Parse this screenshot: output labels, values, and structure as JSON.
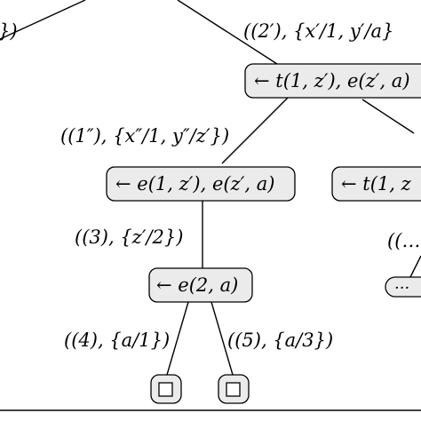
{
  "nodes": {
    "n_t1z_a": "← t(1, z′), e(z′, a)",
    "n_e1z_a": "← e(1, z′), e(z′, a)",
    "n_t1z_right": "← t(1, z",
    "n_e2a": "← e(2, a)",
    "n_dots_right": "···",
    "leaf_left": "□",
    "leaf_right": "□"
  },
  "edge_labels": {
    "top_left": "})",
    "top_right": "((2′), {x′/1, y′/a}",
    "mid_left": "((1″), {x″/1, y″/z′})",
    "mid_lower": "((3), {z′/2})",
    "right_dots": "((…",
    "bottom_left": "((4), {a/1})",
    "bottom_right": "((5), {a/3})"
  }
}
